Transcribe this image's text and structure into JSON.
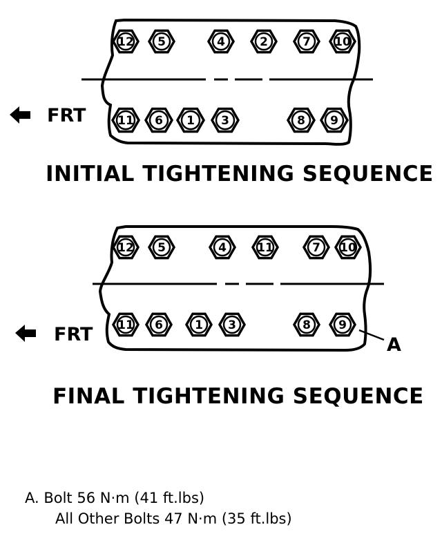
{
  "diagrams": [
    {
      "title": "INITIAL TIGHTENING SEQUENCE",
      "front_label": "FRT",
      "top_row": [
        {
          "label": "12",
          "shape": "hexagon"
        },
        {
          "label": "5",
          "shape": "hexagon"
        },
        {
          "label": "4",
          "shape": "hexagon"
        },
        {
          "label": "2",
          "shape": "hexagon"
        },
        {
          "label": "7",
          "shape": "hexagon"
        },
        {
          "label": "10",
          "shape": "hexagon"
        }
      ],
      "bottom_row": [
        {
          "label": "11",
          "shape": "hexagon"
        },
        {
          "label": "6",
          "shape": "hexagon"
        },
        {
          "label": "1",
          "shape": "hexagon"
        },
        {
          "label": "3",
          "shape": "hexagon"
        },
        {
          "label": "8",
          "shape": "hexagon"
        },
        {
          "label": "9",
          "shape": "hexagon"
        }
      ]
    },
    {
      "title": "FINAL TIGHTENING SEQUENCE",
      "front_label": "FRT",
      "callout_label": "A",
      "top_row": [
        {
          "label": "12",
          "shape": "hexagon"
        },
        {
          "label": "5",
          "shape": "hexagon"
        },
        {
          "label": "4",
          "shape": "hexagon"
        },
        {
          "label": "11",
          "shape": "hexagon"
        },
        {
          "label": "7",
          "shape": "hexagon"
        },
        {
          "label": "10",
          "shape": "hexagon"
        }
      ],
      "bottom_row": [
        {
          "label": "11",
          "shape": "hexagon"
        },
        {
          "label": "6",
          "shape": "hexagon"
        },
        {
          "label": "1",
          "shape": "hexagon"
        },
        {
          "label": "3",
          "shape": "hexagon"
        },
        {
          "label": "8",
          "shape": "hexagon"
        },
        {
          "label": "9",
          "shape": "hexagon"
        }
      ]
    }
  ],
  "notes": {
    "line1": "A.  Bolt 56 N·m (41 ft.lbs)",
    "line2": "All Other Bolts 47 N·m (35 ft.lbs)"
  },
  "colors": {
    "ink": "#000000",
    "background": "#ffffff"
  }
}
